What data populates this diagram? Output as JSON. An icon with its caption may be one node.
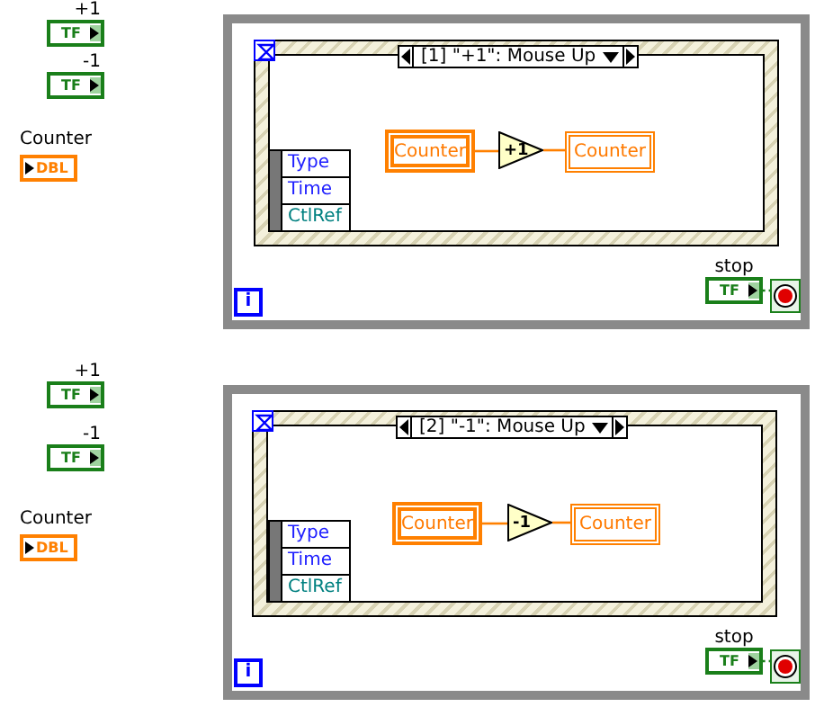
{
  "diagram": {
    "nodes": [
      {
        "text": [
          "+1",
          "TF"
        ]
      },
      {
        "text": [
          "-1",
          "TF"
        ]
      },
      {
        "text": [
          "Counter",
          "DBL"
        ]
      },
      {
        "text": [],
        "shape": "box"
      },
      {
        "text": [
          "[1] \"+1\": Mouse Up"
        ],
        "in": 3
      },
      {
        "text": [
          "Type",
          "Time",
          "CtlRef"
        ],
        "in": 4
      },
      {
        "text": [
          "Counter"
        ],
        "in": 4
      },
      {
        "text": [
          "+1"
        ],
        "in": 4
      },
      {
        "text": [
          "Counter"
        ],
        "in": 4
      },
      {
        "text": [
          "i"
        ],
        "in": 3
      },
      {
        "text": [
          "stop",
          "TF"
        ],
        "in": 3
      },
      {
        "text": [],
        "shape": "box",
        "in": 3
      },
      {
        "text": [
          "+1",
          "TF"
        ]
      },
      {
        "text": [
          "-1",
          "TF"
        ]
      },
      {
        "text": [
          "Counter",
          "DBL"
        ]
      },
      {
        "text": [],
        "shape": "box"
      },
      {
        "text": [
          "[2] \"-1\": Mouse Up"
        ],
        "in": 15
      },
      {
        "text": [
          "Type",
          "Time",
          "CtlRef"
        ],
        "in": 16
      },
      {
        "text": [
          "Counter"
        ],
        "in": 16
      },
      {
        "text": [
          "-1"
        ],
        "in": 16
      },
      {
        "text": [
          "Counter"
        ],
        "in": 16
      },
      {
        "text": [
          "i"
        ],
        "in": 15
      },
      {
        "text": [
          "stop",
          "TF"
        ],
        "in": 15
      },
      {
        "text": [],
        "shape": "box",
        "in": 15
      }
    ],
    "edges": [
      {
        "from": 6,
        "to": 7,
        "arrow": "none"
      },
      {
        "from": 7,
        "to": 8,
        "arrow": "none"
      },
      {
        "from": 10,
        "to": 11,
        "arrow": "none",
        "style": "dashed",
        "color": "#1a7f1a"
      },
      {
        "from": 18,
        "to": 19,
        "arrow": "none"
      },
      {
        "from": 19,
        "to": 20,
        "arrow": "none"
      },
      {
        "from": 22,
        "to": 23,
        "arrow": "none",
        "style": "dashed",
        "color": "#1a7f1a"
      }
    ]
  }
}
